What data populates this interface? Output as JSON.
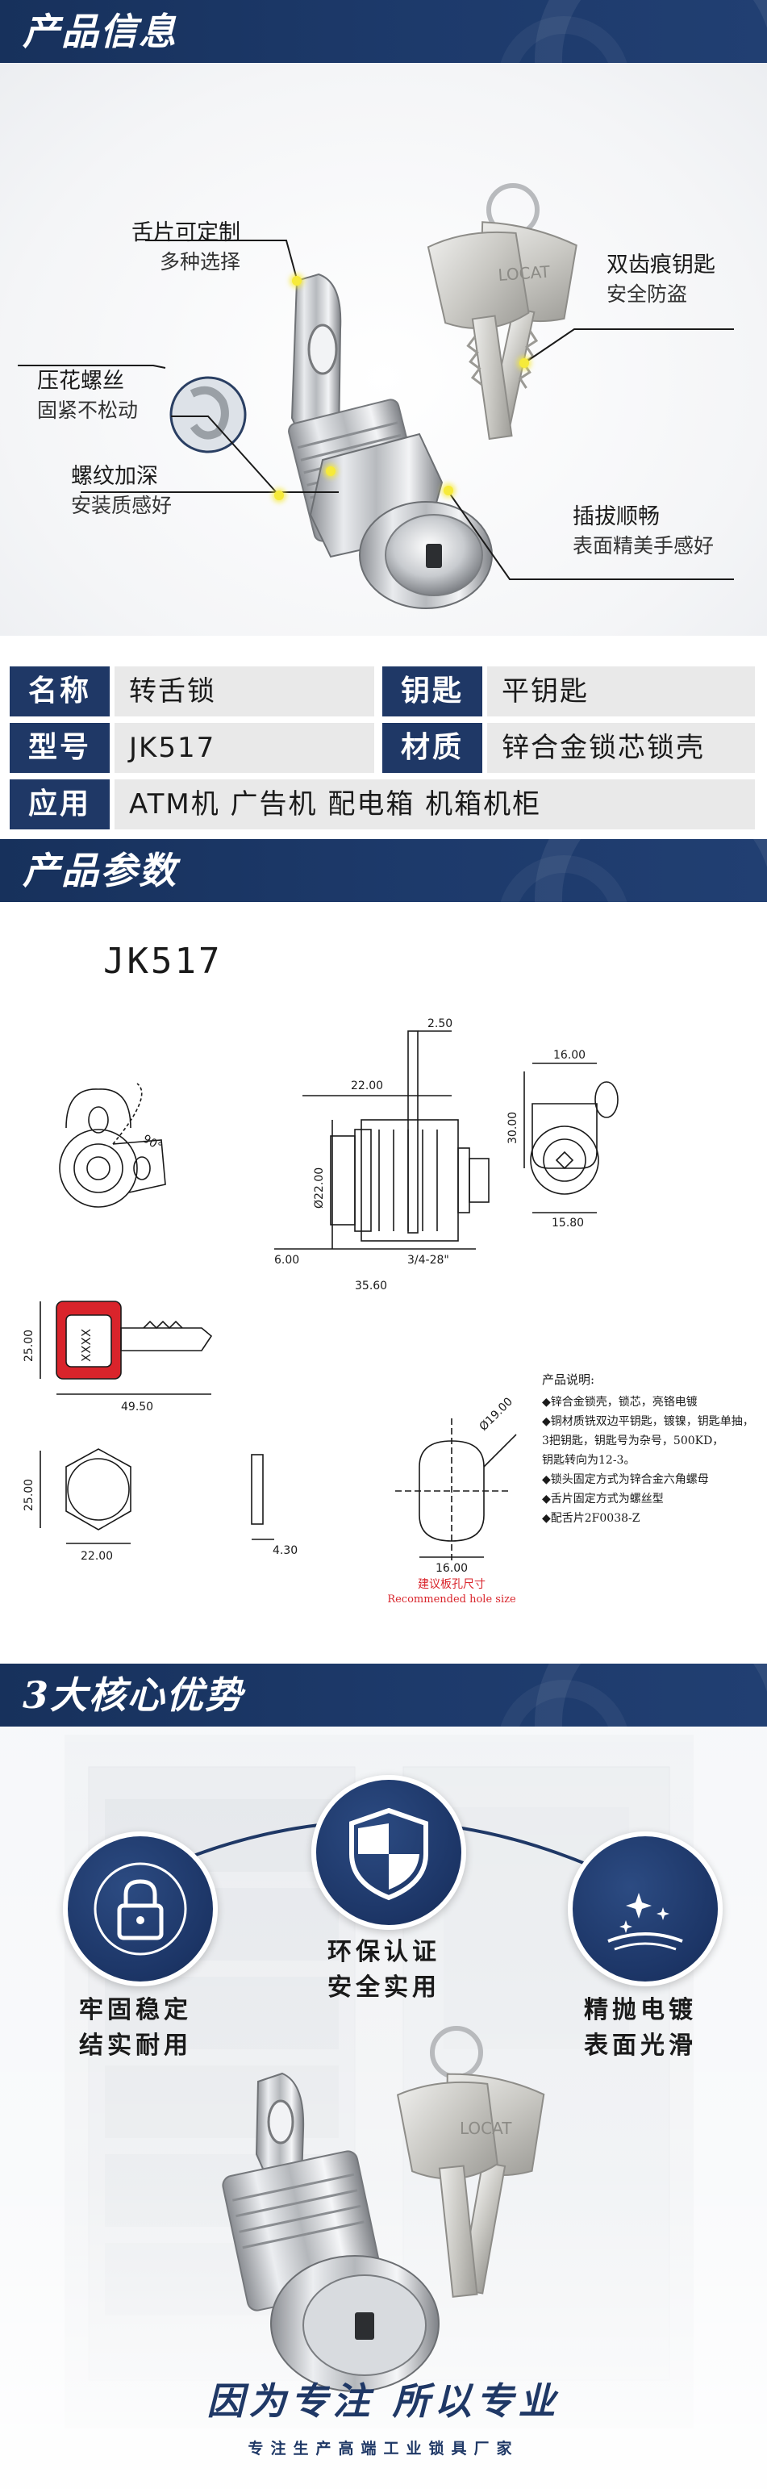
{
  "section1": {
    "title": "产品信息",
    "callouts": [
      {
        "title": "舌片可定制",
        "sub": "多种选择"
      },
      {
        "title": "压花螺丝",
        "sub": "固紧不松动"
      },
      {
        "title": "螺纹加深",
        "sub": "安装质感好"
      },
      {
        "title": "双齿痕钥匙",
        "sub": "安全防盗"
      },
      {
        "title": "插拔顺畅",
        "sub": "表面精美手感好"
      }
    ],
    "key_brand": "LOCAT"
  },
  "specs": {
    "rows": [
      [
        {
          "label": "名称",
          "value": "转舌锁"
        },
        {
          "label": "钥匙",
          "value": "平钥匙"
        }
      ],
      [
        {
          "label": "型号",
          "value": "JK517"
        },
        {
          "label": "材质",
          "value": "锌合金锁芯锁壳"
        }
      ],
      [
        {
          "label": "应用",
          "value": "ATM机 广告机 配电箱 机箱机柜"
        }
      ]
    ]
  },
  "section2": {
    "title": "产品参数",
    "model": "JK517",
    "dims": {
      "d250": "2.50",
      "d1600": "16.00",
      "d2200top": "22.00",
      "d3000": "30.00",
      "d2200v": "Ø22.00",
      "thread": "3/4-28\"",
      "d600": "6.00",
      "d3560": "35.60",
      "d1580": "15.80",
      "angle": "90°",
      "key_w": "49.50",
      "key_h": "25.00",
      "key_text": "XXXX",
      "hex_h": "25.00",
      "hex_w": "22.00",
      "washer_t": "4.30",
      "hole_d": "Ø19.00",
      "hole_w": "16.00"
    },
    "hole_caption_cn": "建议板孔尺寸",
    "hole_caption_en": "Recommended hole size",
    "notes_title": "产品说明:",
    "notes": [
      "◆锌合金锁壳，锁芯，亮铬电镀",
      "◆铜材质铣双边平钥匙，镀镍，钥匙单抽，",
      "  3把钥匙，钥匙号为杂号，500KD，",
      "  钥匙转向为12-3。",
      "◆锁头固定方式为锌合金六角螺母",
      "◆舌片固定方式为螺丝型",
      "◆配舌片2F0038-Z"
    ]
  },
  "section3": {
    "title": "3大核心优势",
    "advantages": [
      {
        "line1": "牢固稳定",
        "line2": "结实耐用"
      },
      {
        "line1": "环保认证",
        "line2": "安全实用"
      },
      {
        "line1": "精抛电镀",
        "line2": "表面光滑"
      }
    ],
    "slogan": "因为专注  所以专业",
    "sub_slogan": "专注生产高端工业锁具厂家",
    "key_brand": "LOCAT"
  },
  "colors": {
    "brand_navy": "#1f3866",
    "label_bg": "#1f3866",
    "value_bg": "#e9e9e9",
    "highlight": "#f6ea3a",
    "key_red": "#d9242b"
  }
}
